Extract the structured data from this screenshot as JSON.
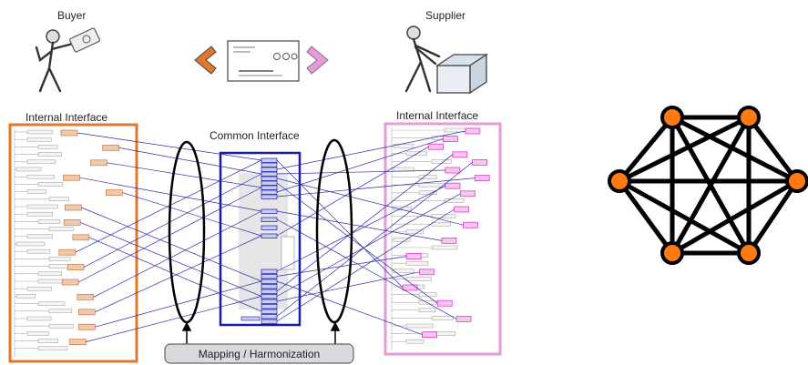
{
  "diagram": {
    "buyer_label": "Buyer",
    "supplier_label": "Supplier",
    "left_panel_label": "Internal Interface",
    "center_panel_label": "Common Interface",
    "right_panel_label": "Internal Interface",
    "mapping_label": "Mapping / Harmonization"
  },
  "colors": {
    "left_panel": "#e0782c",
    "center_panel": "#1a1aa8",
    "right_panel": "#e79ad8",
    "mapping_lines": "#2b2bb0",
    "right_nodes": "#e040c8",
    "left_nodes": "#c8784a",
    "network_node": "#ff7a12",
    "network_edge": "#000000",
    "arrow_left": "#e0782c",
    "arrow_right": "#e79ad8"
  },
  "icons": {
    "buyer": "person-carrying-money-icon",
    "supplier": "person-packing-box-icon",
    "document": "purchase-order-document-icon",
    "network": "fully-connected-network-icon"
  }
}
